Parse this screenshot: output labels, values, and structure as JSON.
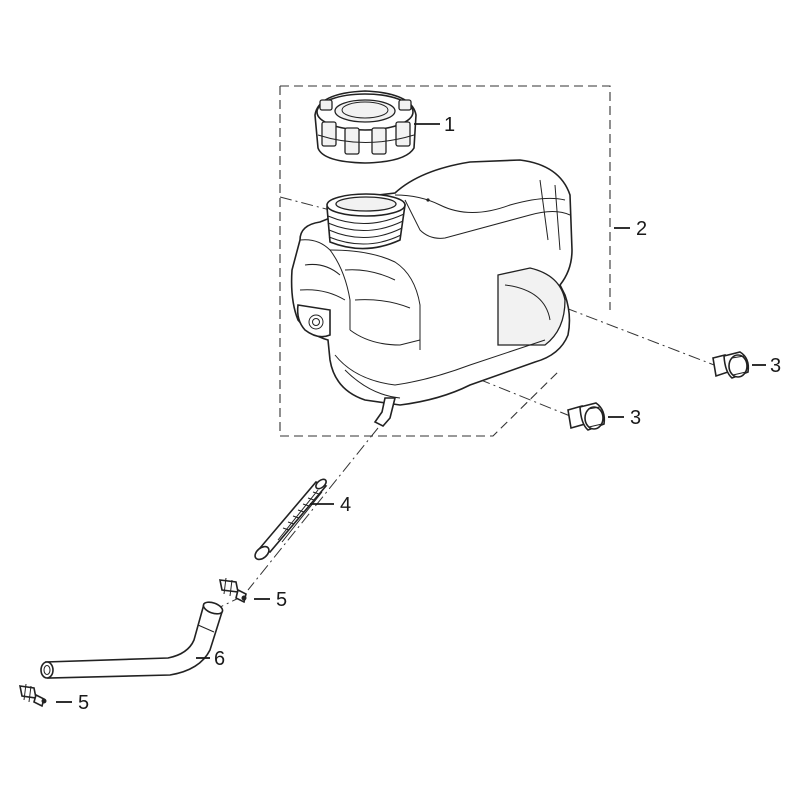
{
  "callouts": {
    "cap": "1",
    "tank": "2",
    "bolt_right": "3",
    "bolt_lower": "3",
    "level_tube": "4",
    "clamp_upper": "5",
    "hose": "6",
    "clamp_lower": "5"
  },
  "colors": {
    "line": "#222222",
    "background": "#ffffff"
  }
}
